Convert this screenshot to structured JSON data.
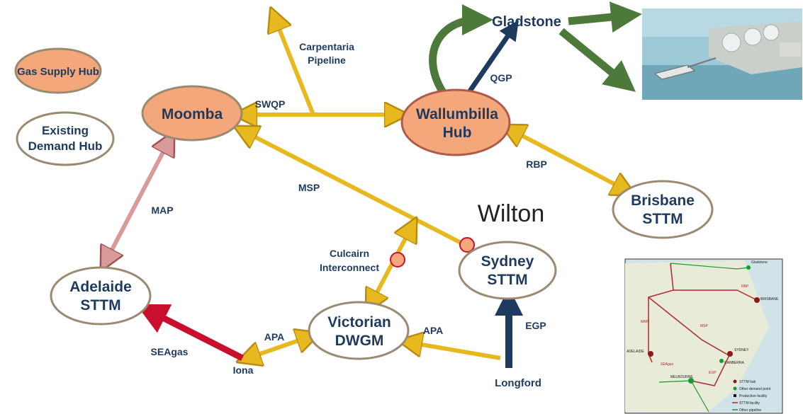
{
  "legend": {
    "supply": "Gas Supply Hub",
    "demand_line1": "Existing",
    "demand_line2": "Demand Hub"
  },
  "hubs": {
    "moomba": "Moomba",
    "wallumbilla_line1": "Wallumbilla",
    "wallumbilla_line2": "Hub",
    "gladstone": "Gladstone",
    "brisbane_line1": "Brisbane",
    "brisbane_line2": "STTM",
    "adelaide_line1": "Adelaide",
    "adelaide_line2": "STTM",
    "victorian_line1": "Victorian",
    "victorian_line2": "DWGM",
    "sydney_line1": "Sydney",
    "sydney_line2": "STTM",
    "wilton": "Wilton",
    "iona": "Iona",
    "longford": "Longford"
  },
  "pipelines": {
    "carpentaria_line1": "Carpentaria",
    "carpentaria_line2": "Pipeline",
    "swqp": "SWQP",
    "qgp": "QGP",
    "rbp": "RBP",
    "msp": "MSP",
    "map": "MAP",
    "culcairn_line1": "Culcairn",
    "culcairn_line2": "Interconnect",
    "apa_left": "APA",
    "apa_right": "APA",
    "seagas": "SEAgas",
    "egp": "EGP"
  },
  "inset_map": {
    "labels": [
      "Gladstone",
      "BRISBANE",
      "RBP",
      "MAP",
      "MSP",
      "ADELAIDE",
      "SYDNEY",
      "CANBERRA",
      "SEAgas",
      "MELBOURNE",
      "EGP"
    ],
    "legend": [
      "STTM hub",
      "Other demand point",
      "Production facility",
      "STTM facility",
      "Other pipeline"
    ]
  },
  "colors": {
    "supply_fill": "#f4a77b",
    "hub_stroke": "#9b8a72",
    "pipe_gold": "#e8b81f",
    "pipe_gold_edge": "#b88a0e",
    "map_pipe": "#c98080",
    "seagas_red": "#c8102e",
    "navy": "#1f3a5f",
    "green": "#4d7a3a"
  }
}
